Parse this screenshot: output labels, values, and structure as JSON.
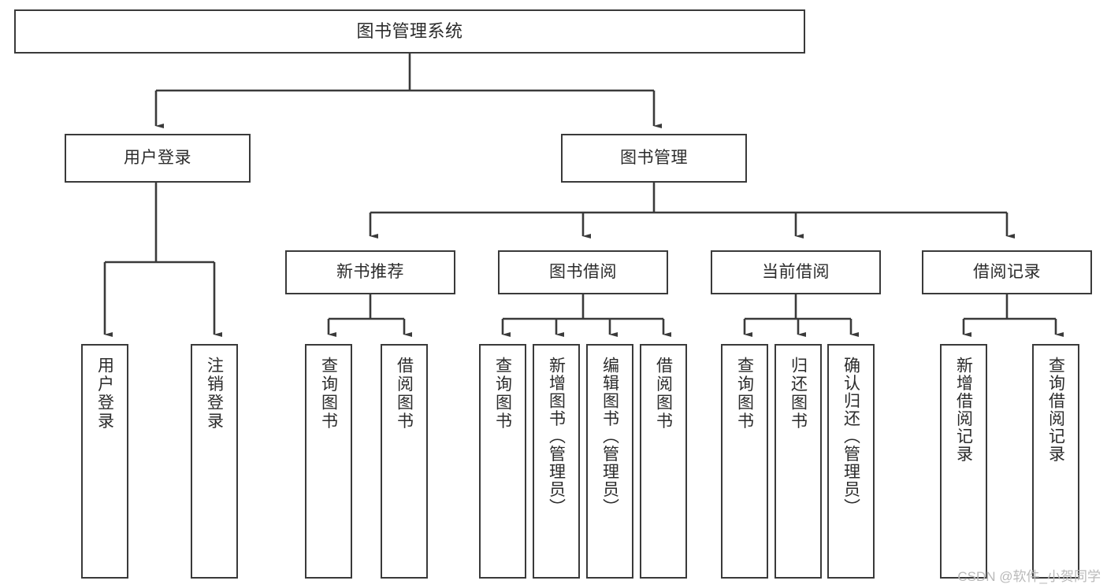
{
  "diagram": {
    "type": "tree-hierarchy",
    "title": "图书管理系统",
    "watermark": "CSDN @软件_小贺同学",
    "colors": {
      "box_border": "#3a3a3a",
      "box_fill": "#ffffff",
      "connector": "#3a3a3a",
      "text": "#2b2b2b",
      "watermark": "#b9b9b9"
    },
    "levels": {
      "root": {
        "label": "图书管理系统"
      },
      "level2": [
        {
          "label": "用户登录"
        },
        {
          "label": "图书管理"
        }
      ],
      "level3": [
        {
          "label": "新书推荐"
        },
        {
          "label": "图书借阅"
        },
        {
          "label": "当前借阅"
        },
        {
          "label": "借阅记录"
        }
      ],
      "leaves": {
        "user_login": [
          {
            "label": "用户登录"
          },
          {
            "label": "注销登录"
          }
        ],
        "new_book_recommend": [
          {
            "label": "查询图书"
          },
          {
            "label": "借阅图书"
          }
        ],
        "book_borrow": [
          {
            "label": "查询图书"
          },
          {
            "label": "新增图书（管理员）"
          },
          {
            "label": "编辑图书（管理员）"
          },
          {
            "label": "借阅图书"
          }
        ],
        "current_borrow": [
          {
            "label": "查询图书"
          },
          {
            "label": "归还图书"
          },
          {
            "label": "确认归还（管理员）"
          }
        ],
        "borrow_record": [
          {
            "label": "新增借阅记录"
          },
          {
            "label": "查询借阅记录"
          }
        ]
      }
    }
  }
}
